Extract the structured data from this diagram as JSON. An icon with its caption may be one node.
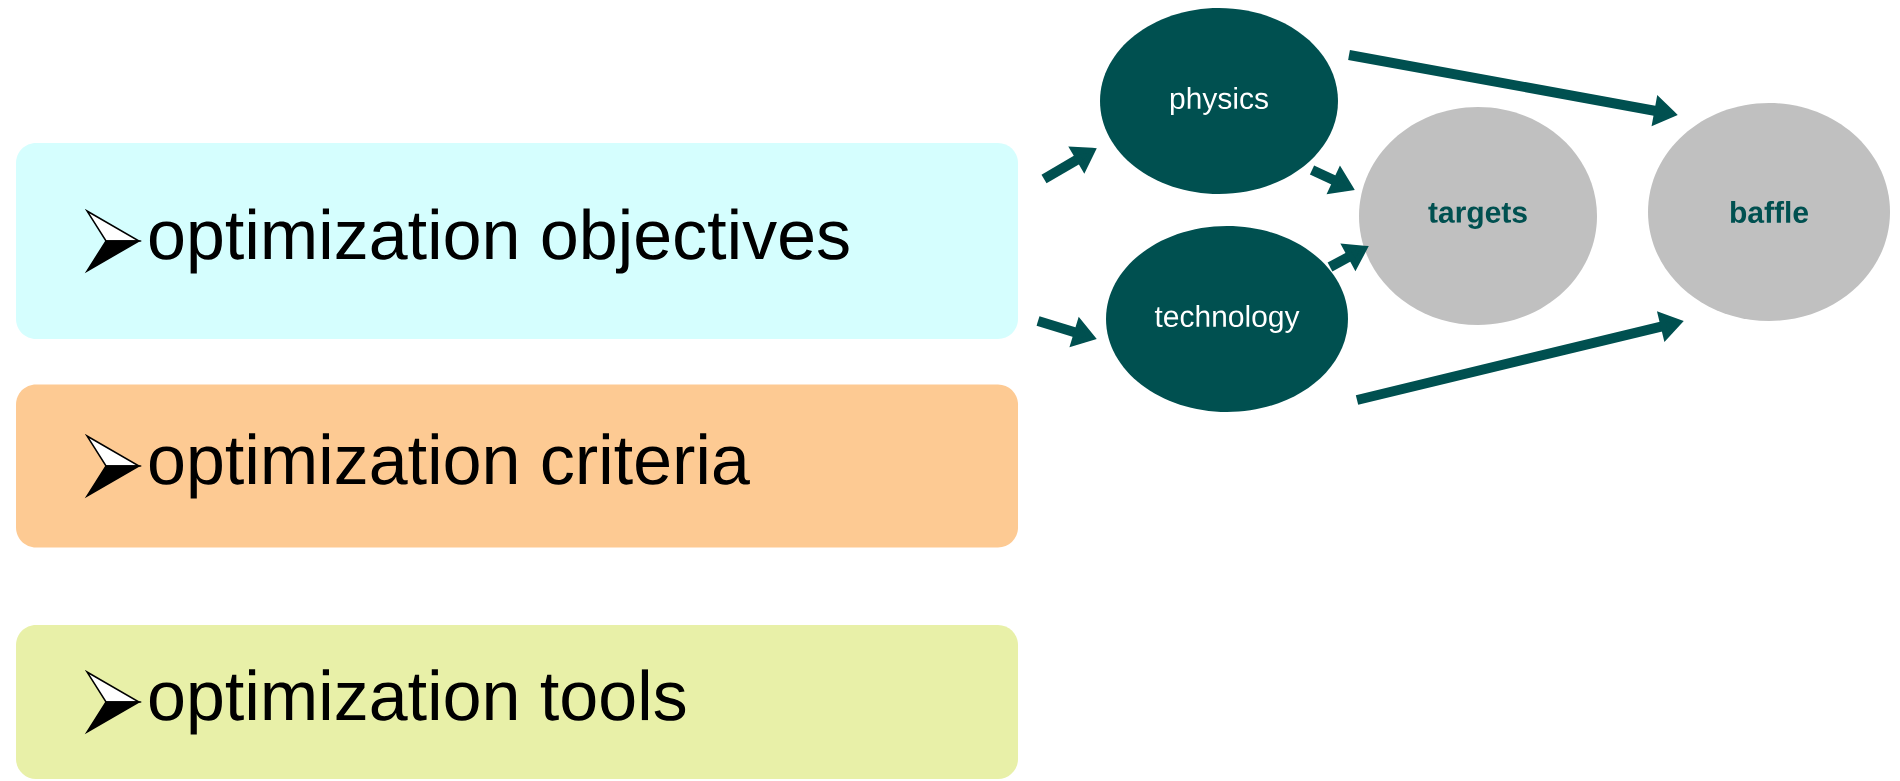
{
  "diagram": {
    "nodes": [
      {
        "text": [
          "optimization objectives"
        ]
      },
      {
        "text": [
          "optimization criteria"
        ]
      },
      {
        "text": [
          "optimization tools"
        ]
      },
      {
        "text": [
          "physics"
        ]
      },
      {
        "text": [
          "technology"
        ]
      },
      {
        "text": [
          "targets"
        ]
      },
      {
        "text": [
          "baffle"
        ]
      }
    ],
    "edges": [
      {
        "from": 0,
        "to": 3,
        "arrow": "to"
      },
      {
        "from": 0,
        "to": 4,
        "arrow": "to"
      },
      {
        "from": 3,
        "to": 5,
        "arrow": "to"
      },
      {
        "from": 4,
        "to": 5,
        "arrow": "to"
      },
      {
        "from": 3,
        "to": 6,
        "arrow": "to"
      },
      {
        "from": 4,
        "to": 6,
        "arrow": "to"
      }
    ]
  }
}
